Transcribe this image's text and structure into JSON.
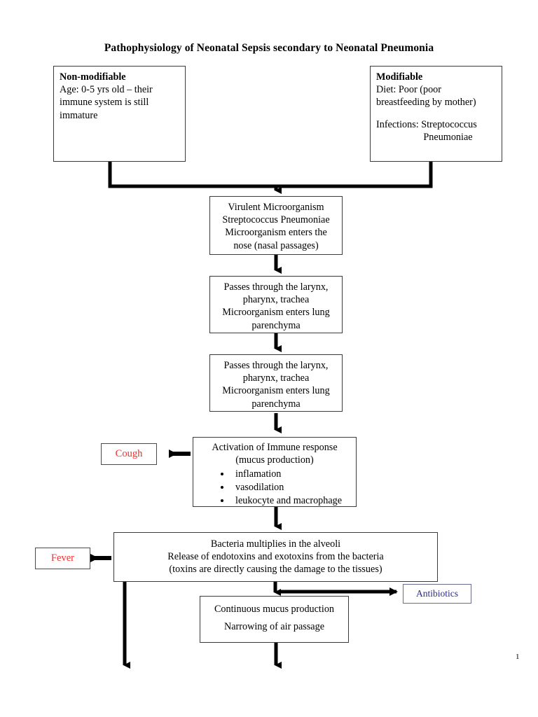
{
  "document": {
    "title": "Pathophysiology of Neonatal Sepsis secondary to Neonatal Pneumonia",
    "page_number": "1"
  },
  "colors": {
    "symptom_text": "#ff2a2a",
    "treatment_text": "#2a2a8c",
    "box_border": "#3a3a3a",
    "connector": "#000000"
  },
  "risk_factors": {
    "non_modifiable": {
      "heading": "Non-modifiable",
      "lines": [
        "Age: 0-5 yrs old – their",
        "immune system is still",
        "immature"
      ]
    },
    "modifiable": {
      "heading": "Modifiable",
      "lines": [
        "Diet: Poor (poor",
        "breastfeeding by mother)"
      ],
      "lines2": [
        "Infections: Streptococcus",
        "Pneumoniae"
      ]
    }
  },
  "flow": {
    "entry": {
      "lines": [
        "Virulent Microorganism",
        "Streptococcus Pneumoniae",
        "Microorganism enters the",
        "nose (nasal passages)"
      ]
    },
    "passage_1": {
      "lines": [
        "Passes through the larynx,",
        "pharynx, trachea",
        "Microorganism enters lung",
        "parenchyma"
      ]
    },
    "passage_2": {
      "lines": [
        "Passes through the larynx,",
        "pharynx, trachea",
        "Microorganism enters lung",
        "parenchyma"
      ]
    },
    "immune_response": {
      "lines": [
        "Activation of Immune response",
        "(mucus production)"
      ],
      "bullets": [
        "inflamation",
        "vasodilation",
        "leukocyte and macrophage"
      ]
    },
    "bacteria_multiplies": {
      "lines": [
        "Bacteria multiplies in the alveoli",
        "Release of endotoxins and exotoxins from the bacteria",
        "(toxins are directly causing the damage to the tissues)"
      ]
    },
    "mucus_production": {
      "lines": [
        "Continuous mucus production",
        "Narrowing of air passage"
      ]
    }
  },
  "symptoms": {
    "cough": "Cough",
    "fever": "Fever"
  },
  "treatments": {
    "antibiotics": "Antibiotics"
  }
}
